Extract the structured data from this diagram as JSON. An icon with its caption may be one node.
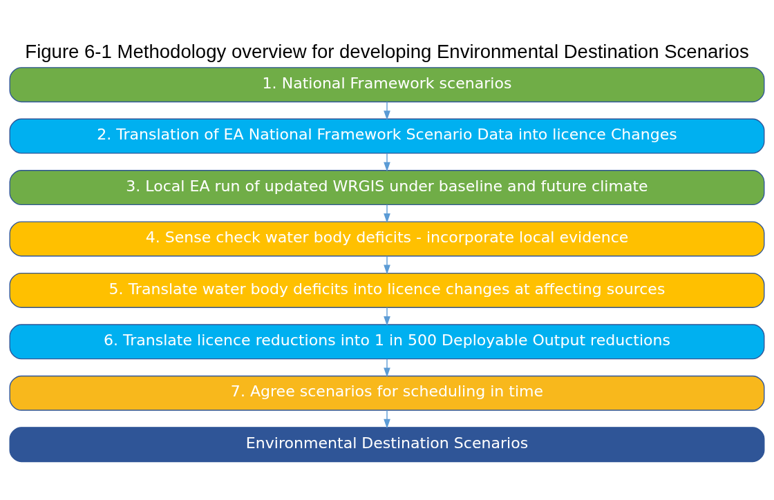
{
  "diagram": {
    "title": "Figure 6-1 Methodology overview for developing Environmental Destination Scenarios",
    "nodes": [
      {
        "text": [
          "1. National Framework scenarios"
        ]
      },
      {
        "text": [
          "2. Translation of EA National Framework Scenario Data into licence Changes"
        ]
      },
      {
        "text": [
          "3. Local EA run of updated WRGIS under baseline and future climate"
        ]
      },
      {
        "text": [
          "4. Sense check water body deficits - incorporate local evidence"
        ]
      },
      {
        "text": [
          "5. Translate water body deficits into licence changes at affecting sources"
        ]
      },
      {
        "text": [
          "6. Translate licence reductions into 1 in 500 Deployable Output reductions"
        ]
      },
      {
        "text": [
          "7. Agree scenarios for scheduling in time"
        ]
      },
      {
        "text": [
          "Environmental Destination Scenarios"
        ]
      }
    ],
    "edges": [
      {
        "from": 0,
        "to": 1,
        "arrow": "to"
      },
      {
        "from": 1,
        "to": 2,
        "arrow": "to"
      },
      {
        "from": 2,
        "to": 3,
        "arrow": "to"
      },
      {
        "from": 3,
        "to": 4,
        "arrow": "to"
      },
      {
        "from": 4,
        "to": 5,
        "arrow": "to"
      },
      {
        "from": 5,
        "to": 6,
        "arrow": "to"
      },
      {
        "from": 6,
        "to": 7,
        "arrow": "to"
      }
    ]
  }
}
